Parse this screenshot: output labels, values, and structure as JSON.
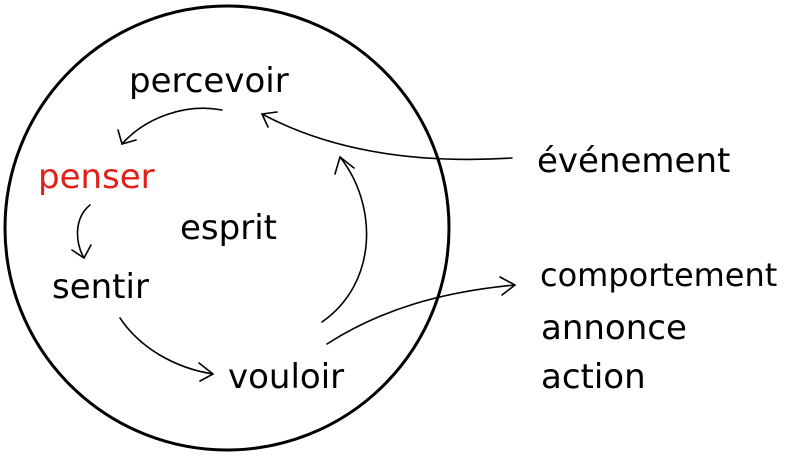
{
  "diagram": {
    "center_label": "esprit",
    "cycle": {
      "percevoir": "percevoir",
      "penser": "penser",
      "sentir": "sentir",
      "vouloir": "vouloir"
    },
    "input": "événement",
    "outputs": [
      "comportement",
      "annonce",
      "action"
    ]
  },
  "colors": {
    "highlight": "#e0201b",
    "stroke": "#000000",
    "background": "#ffffff"
  }
}
